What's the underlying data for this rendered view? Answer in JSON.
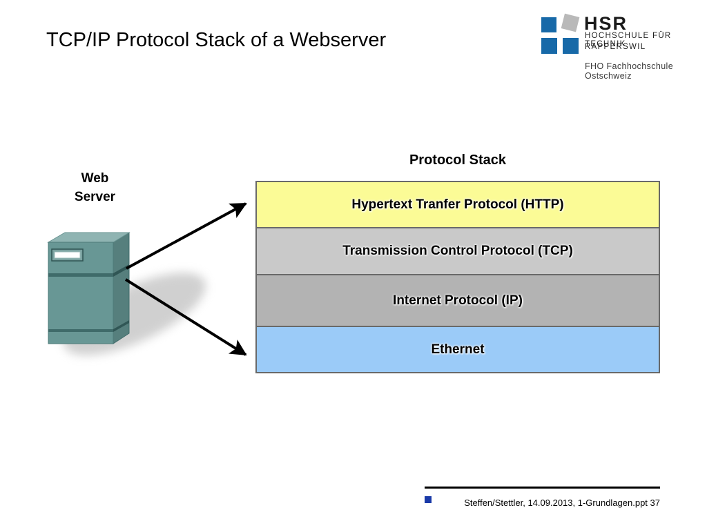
{
  "slide_title": "TCP/IP Protocol Stack of a Webserver",
  "logo": {
    "acronym": "HSR",
    "subtitle_line1": "HOCHSCHULE FÜR TECHNIK",
    "subtitle_line2": "RAPPERSWIL",
    "affiliation": "FHO Fachhochschule Ostschweiz",
    "square_blue": "#1769A8",
    "square_gray": "#B9B9B9"
  },
  "diagram": {
    "server_label": {
      "line1": "Web",
      "line2": "Server"
    },
    "server_colors": {
      "front": "#689795",
      "top": "#8FB4B2",
      "side": "#567F7D"
    },
    "stack_title": "Protocol Stack",
    "layers": [
      {
        "label": "Hypertext Tranfer Protocol (HTTP)",
        "color": "#FBFB96"
      },
      {
        "label": "Transmission Control Protocol (TCP)",
        "color": "#C9C9C9"
      },
      {
        "label": "Internet Protocol (IP)",
        "color": "#B3B3B3"
      },
      {
        "label": "Ethernet",
        "color": "#9BCBF8"
      }
    ]
  },
  "footer": {
    "citation": "Steffen/Stettler, 14.09.2013, 1-Grundlagen.ppt 37",
    "bullet_color": "#1A3AA8"
  }
}
